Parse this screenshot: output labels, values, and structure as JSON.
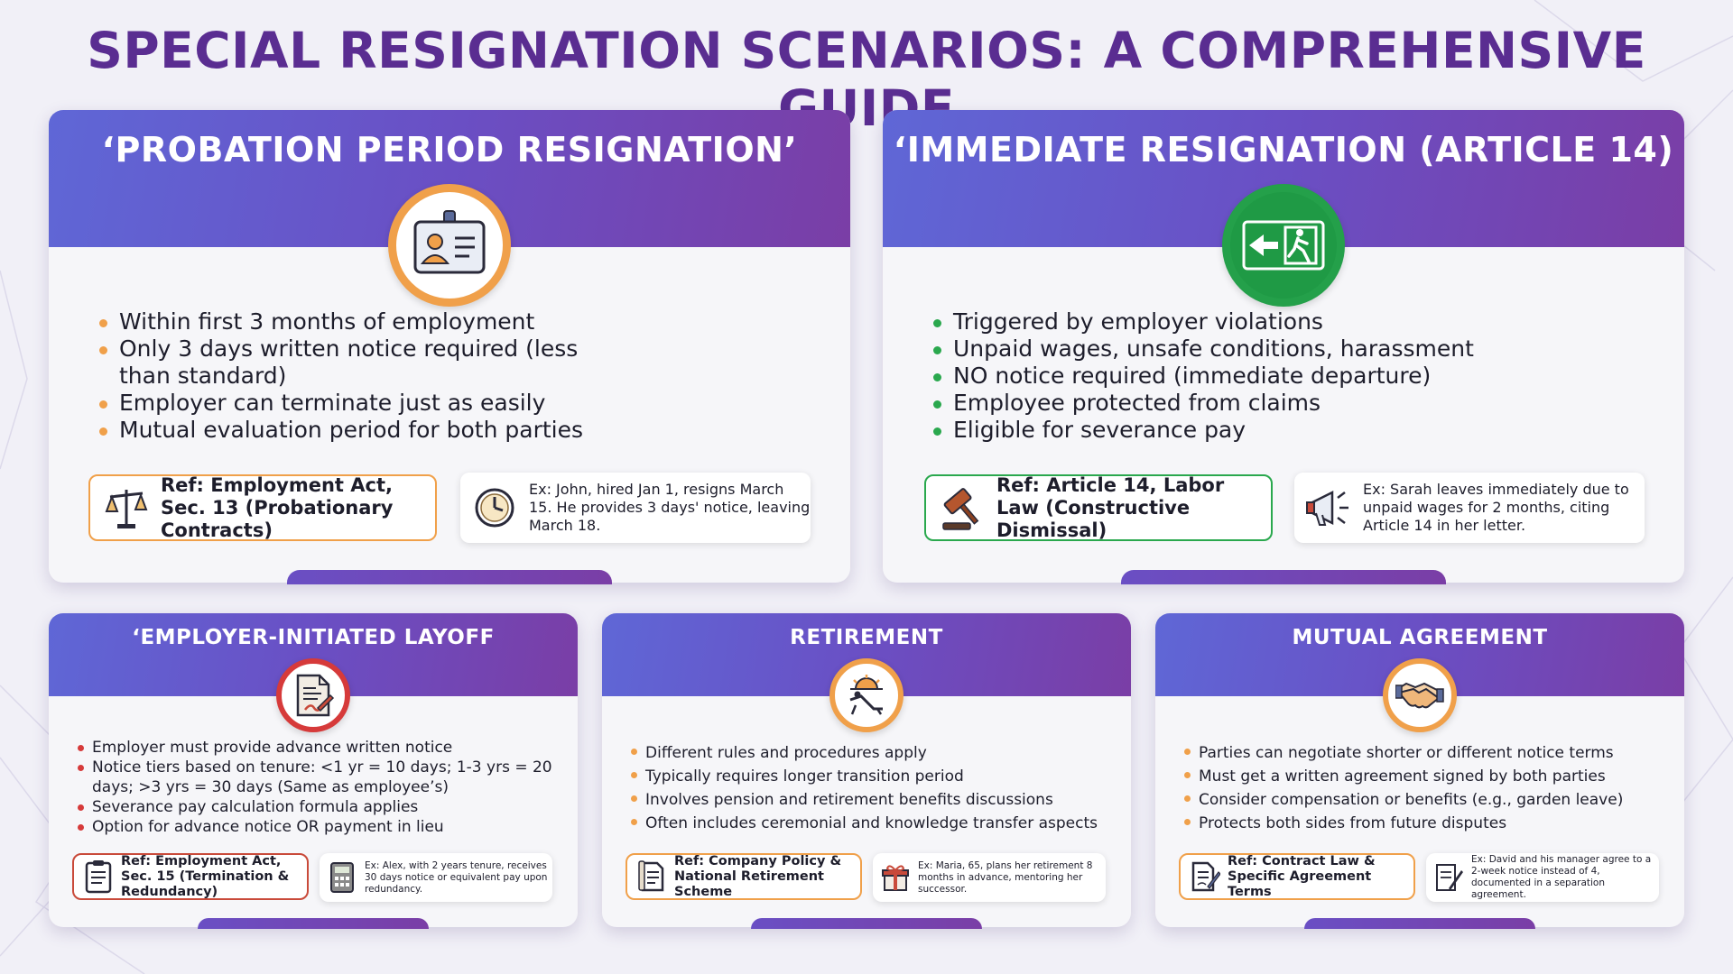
{
  "title": "SPECIAL RESIGNATION SCENARIOS: A COMPREHENSIVE GUIDE",
  "colors": {
    "title": "#5a2d91",
    "header_start": "#5f67d6",
    "header_end": "#7a3ea6",
    "orange": "#f0a04a",
    "green": "#24a04a",
    "red": "#d63a3a"
  },
  "cards": {
    "probation": {
      "title": "‘PROBATION PERIOD RESIGNATION’",
      "icon": "id-badge-icon",
      "bullets": [
        "Within first 3 months of employment",
        "Only 3 days written notice required (less than standard)",
        "Employer can terminate just as easily",
        "Mutual evaluation period for both parties"
      ],
      "ref": "Ref: Employment Act, Sec. 13 (Probationary Contracts)",
      "ref_icon": "scales-icon",
      "example": "Ex: John, hired Jan 1, resigns March 15. He provides 3 days' notice, leaving March 18.",
      "example_icon": "clock-icon"
    },
    "immediate": {
      "title": "‘IMMEDIATE RESIGNATION (ARTICLE 14)",
      "icon": "exit-sign-icon",
      "bullets": [
        "Triggered by employer violations",
        "Unpaid wages, unsafe conditions, harassment",
        "NO notice required (immediate departure)",
        "Employee protected from claims",
        "Eligible for severance pay"
      ],
      "ref": "Ref: Article 14, Labor Law (Constructive Dismissal)",
      "ref_icon": "gavel-icon",
      "example": "Ex: Sarah leaves immediately due to unpaid wages for 2 months, citing Article 14 in her letter.",
      "example_icon": "megaphone-icon"
    },
    "layoff": {
      "title": "‘EMPLOYER-INITIATED LAYOFF",
      "icon": "signed-document-icon",
      "bullets": [
        "Employer must provide advance written notice",
        "Notice tiers based on tenure: <1 yr = 10 days; 1-3 yrs = 20 days; >3 yrs = 30 days (Same as employee’s)",
        "Severance pay calculation formula applies",
        "Option for advance notice OR payment in lieu"
      ],
      "ref": "Ref: Employment Act, Sec. 15 (Termination & Redundancy)",
      "ref_icon": "clipboard-icon",
      "example": "Ex: Alex, with 2 years tenure, receives 30 days notice or equivalent pay upon redundancy.",
      "example_icon": "calculator-icon"
    },
    "retirement": {
      "title": "RETIREMENT",
      "icon": "sunset-lounger-icon",
      "bullets": [
        "Different rules and procedures apply",
        "Typically requires longer transition period",
        "Involves pension and retirement benefits discussions",
        "Often includes ceremonial and knowledge transfer aspects"
      ],
      "ref": "Ref: Company Policy & National Retirement Scheme",
      "ref_icon": "document-icon",
      "example": "Ex: Maria, 65, plans her retirement 8 months in advance, mentoring her successor.",
      "example_icon": "gift-icon"
    },
    "mutual": {
      "title": "MUTUAL AGREEMENT",
      "icon": "handshake-icon",
      "bullets": [
        "Parties can negotiate shorter or different notice terms",
        "Must get a written agreement signed by both parties",
        "Consider compensation or benefits (e.g., garden leave)",
        "Protects both sides from future disputes"
      ],
      "ref": "Ref: Contract Law & Specific Agreement Terms",
      "ref_icon": "contract-icon",
      "example": "Ex: David and his manager agree to a 2-week notice instead of 4, documented in a separation agreement.",
      "example_icon": "pen-paper-icon"
    }
  }
}
